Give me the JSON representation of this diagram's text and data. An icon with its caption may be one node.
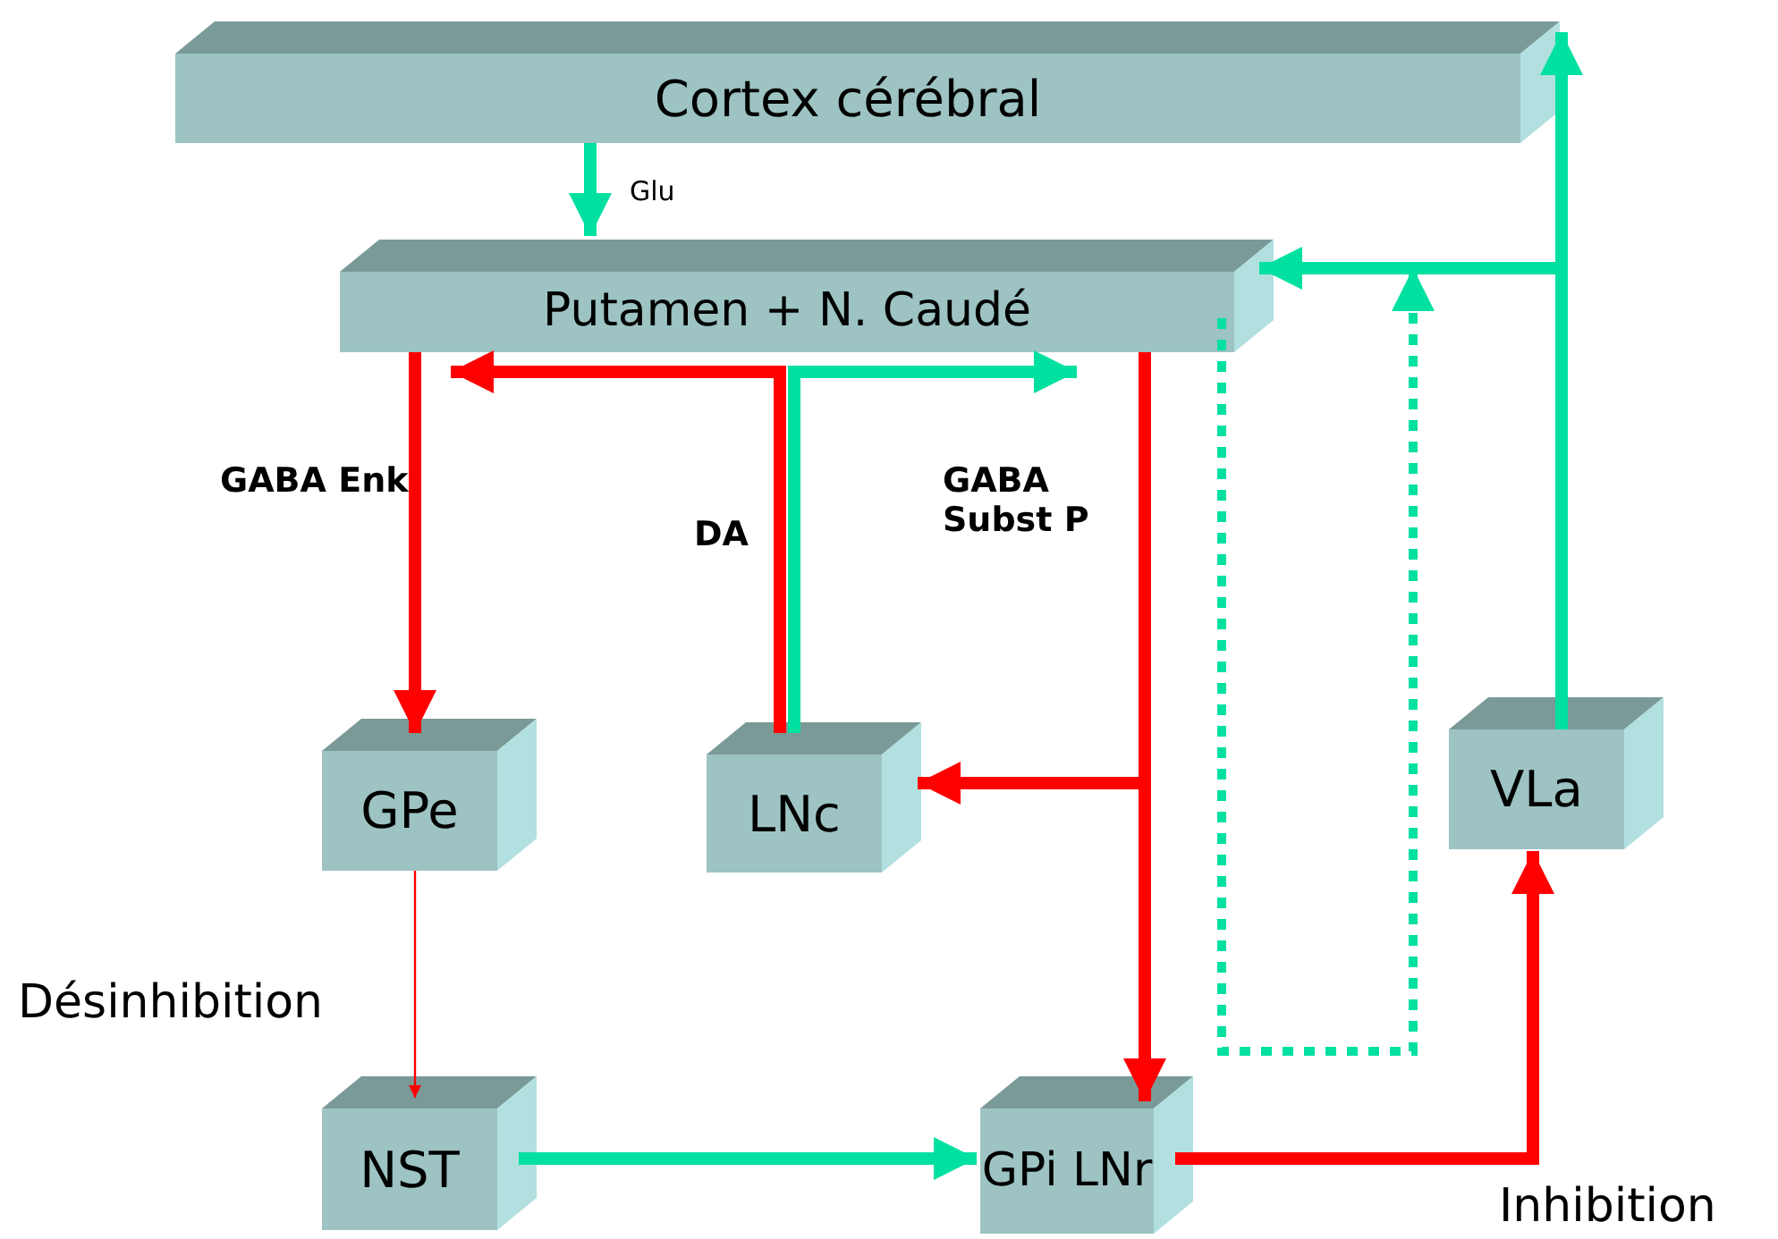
{
  "diagram": {
    "nodes": [
      {
        "text": [
          "Cortex cérébral"
        ]
      },
      {
        "text": [
          "Putamen + N. Caudé"
        ]
      },
      {
        "text": [
          "GPe"
        ]
      },
      {
        "text": [
          "LNc"
        ]
      },
      {
        "text": [
          "VLa"
        ]
      },
      {
        "text": [
          "NST"
        ]
      },
      {
        "text": [
          "GPi LNr"
        ]
      }
    ],
    "edges": [
      {
        "from": 0,
        "to": 1,
        "arrow": "to",
        "label": "Glu",
        "color": "#00e0a0"
      },
      {
        "from": 1,
        "to": 2,
        "arrow": "to",
        "label": "GABA Enk",
        "color": "#ff0000"
      },
      {
        "from": 1,
        "to": 6,
        "arrow": "to",
        "label": "GABA Subst P",
        "color": "#ff0000"
      },
      {
        "from": 3,
        "to": 1,
        "arrow": "to",
        "label": "DA",
        "color": "#ff0000"
      },
      {
        "from": 3,
        "to": 1,
        "arrow": "to",
        "color": "#00e0a0"
      },
      {
        "from": 1,
        "to": 3,
        "arrow": "to",
        "color": "#ff0000"
      },
      {
        "from": 2,
        "to": 5,
        "arrow": "to",
        "label": "Désinhibition",
        "color": "#ff0000"
      },
      {
        "from": 5,
        "to": 6,
        "arrow": "to",
        "color": "#00e0a0"
      },
      {
        "from": 6,
        "to": 4,
        "arrow": "to",
        "label": "Inhibition",
        "color": "#ff0000"
      },
      {
        "from": 4,
        "to": 0,
        "arrow": "to",
        "color": "#00e0a0"
      },
      {
        "from": 4,
        "to": 1,
        "arrow": "to",
        "color": "#00e0a0"
      },
      {
        "from": 1,
        "to": null,
        "arrow": "to",
        "style": "dashed",
        "color": "#00e0a0"
      }
    ]
  }
}
